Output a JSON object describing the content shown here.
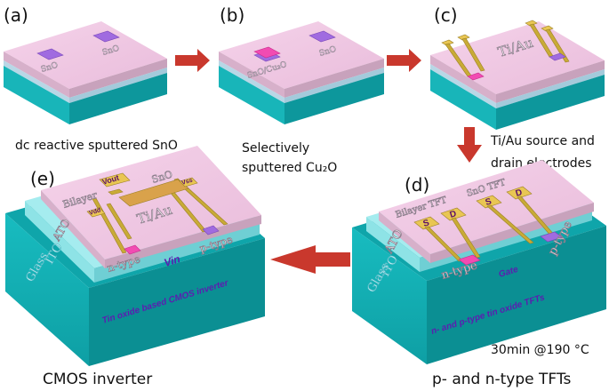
{
  "colors": {
    "substrate_top": "#efc8e2",
    "substrate_front": "#d9b3cc",
    "substrate_side": "#c8a1bb",
    "ito_front": "#8ee3e6",
    "ito_side": "#6fcfd4",
    "glass_front": "#14b3b7",
    "glass_side": "#0c969b",
    "electrode": "#c9ab36",
    "pad": "#e9c653",
    "sno_chip": "#a06be0",
    "cu2o_chip": "#f24bb2",
    "arrow": "#c9382d"
  },
  "panels": {
    "a": {
      "label": "(a)",
      "chip_left": "SnO",
      "chip_right": "SnO",
      "caption": "dc reactive sputtered SnO"
    },
    "b": {
      "label": "(b)",
      "chip_left": "SnO/Cu₂O",
      "chip_right": "SnO",
      "caption_line1": "Selectively",
      "caption_line2": "sputtered Cu₂O"
    },
    "c": {
      "label": "(c)",
      "metal": "Ti/Au"
    },
    "between": {
      "line1": "Ti/Au source and",
      "line2": "drain electrodes"
    },
    "d": {
      "label": "(d)",
      "bilayer_tft": "Bilayer TFT",
      "sno_tft": "SnO TFT",
      "pads": [
        "S",
        "D",
        "S",
        "D"
      ],
      "ato": "ATO",
      "ito": "ITO",
      "glass": "Glass",
      "n_type": "n-type",
      "p_type": "p-type",
      "gate": "Gate",
      "front_text": "n- and p-type tin oxide TFTs",
      "anneal": "30min @190 °C",
      "caption": "p- and n-type TFTs"
    },
    "e": {
      "label": "(e)",
      "vout": "Vout",
      "bilayer": "Bilayer",
      "sno": "SnO",
      "vdd": "Vdd",
      "vss": "Vss",
      "ti_au": "Ti/Au",
      "ato": "ATO",
      "ito": "ITO",
      "glass": "Glass",
      "n_type": "n-type",
      "p_type": "p-type",
      "vin": "Vin",
      "front_text": "Tin oxide based CMOS inverter",
      "caption": "CMOS inverter"
    }
  }
}
